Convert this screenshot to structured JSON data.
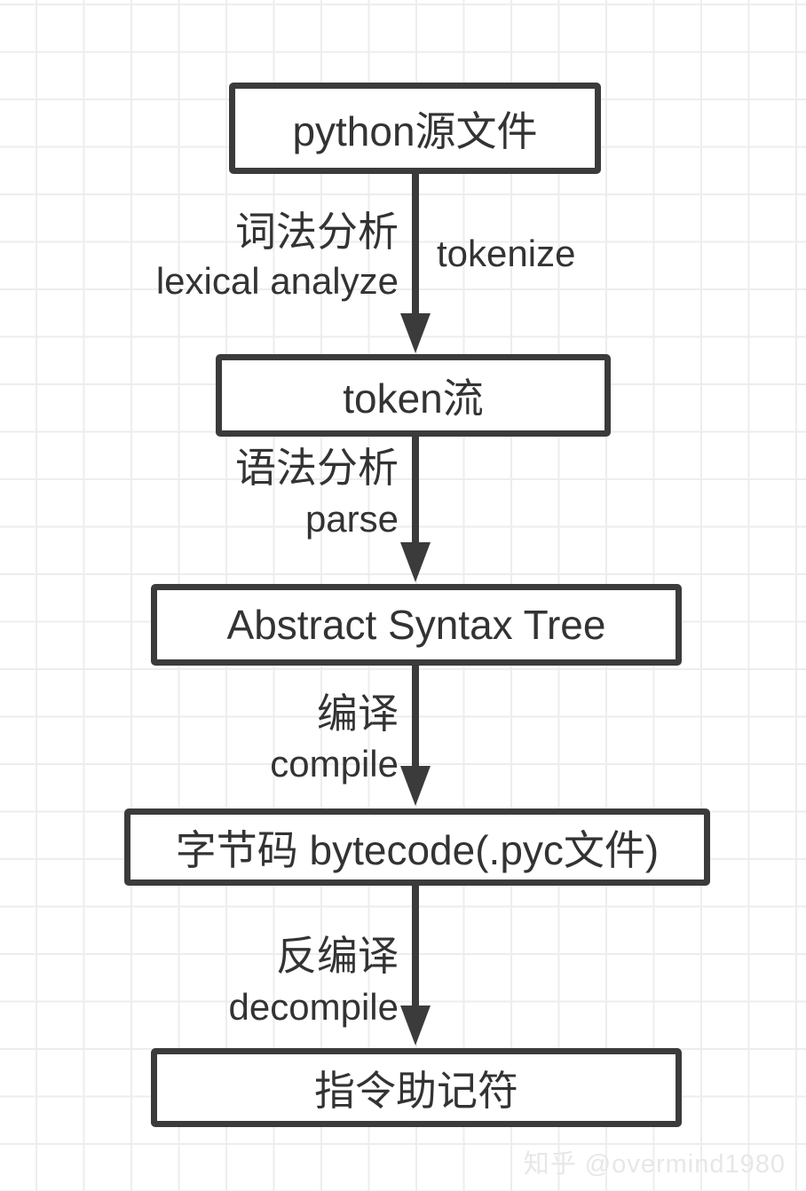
{
  "diagram": {
    "type": "flowchart",
    "boxes": [
      {
        "label": "python源文件"
      },
      {
        "label": "token流"
      },
      {
        "label": "Abstract Syntax Tree"
      },
      {
        "label": "字节码 bytecode(.pyc文件)"
      },
      {
        "label": "指令助记符"
      }
    ],
    "edges": [
      {
        "from": 0,
        "to": 1,
        "zh": "词法分析",
        "en": "lexical analyze",
        "right": "tokenize"
      },
      {
        "from": 1,
        "to": 2,
        "zh": "语法分析",
        "en": "parse"
      },
      {
        "from": 2,
        "to": 3,
        "zh": "编译",
        "en": "compile"
      },
      {
        "from": 3,
        "to": 4,
        "zh": "反编译",
        "en": "decompile"
      }
    ],
    "watermark": "知乎 @overmind1980",
    "colors": {
      "stroke": "#3b3b3b",
      "text": "#333333",
      "grid": "#ededed",
      "background": "#ffffff",
      "watermark": "#e7e7e7"
    }
  }
}
